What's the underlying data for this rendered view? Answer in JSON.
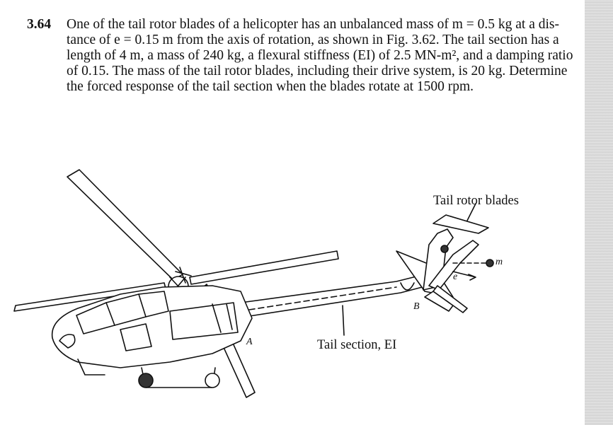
{
  "problem": {
    "number": "3.64",
    "lines": [
      "One of the tail rotor blades of a helicopter has an unbalanced mass of m = 0.5 kg at a dis-",
      "tance of e = 0.15 m from the axis of rotation, as shown in Fig. 3.62. The tail section has a",
      "length of 4 m, a mass of 240 kg, a flexural stiffness (EI) of 2.5 MN-m², and a damping ratio",
      "of 0.15. The mass of the tail rotor blades, including their drive system, is 20 kg. Determine",
      "the forced response of the tail section when the blades rotate at 1500 rpm."
    ]
  },
  "figure": {
    "label_tail_rotor": "Tail rotor blades",
    "label_tail_section": "Tail section, EI",
    "label_A": "A",
    "label_B": "B",
    "label_m": "m",
    "label_e": "e"
  }
}
